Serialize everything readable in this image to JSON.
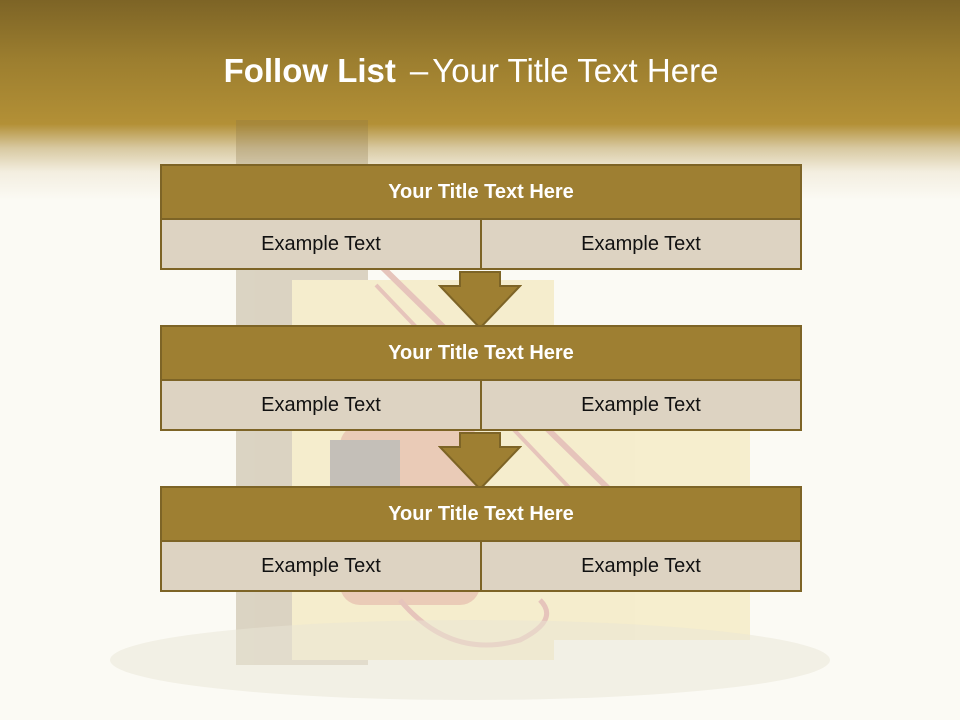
{
  "title": {
    "bold": "Follow List",
    "dash": "–",
    "rest": "Your Title Text Here"
  },
  "blocks": [
    {
      "title": "Your Title Text Here",
      "left": "Example Text",
      "right": "Example Text"
    },
    {
      "title": "Your Title Text Here",
      "left": "Example Text",
      "right": "Example Text"
    },
    {
      "title": "Your Title Text Here",
      "left": "Example Text",
      "right": "Example Text"
    }
  ],
  "colors": {
    "header_dark": "#7d6426",
    "header_gold": "#b39036",
    "block_title_fill": "#9e7f32",
    "block_border": "#7d6426",
    "cell_fill": "#ddd3c2",
    "background": "#fbfaf4"
  }
}
